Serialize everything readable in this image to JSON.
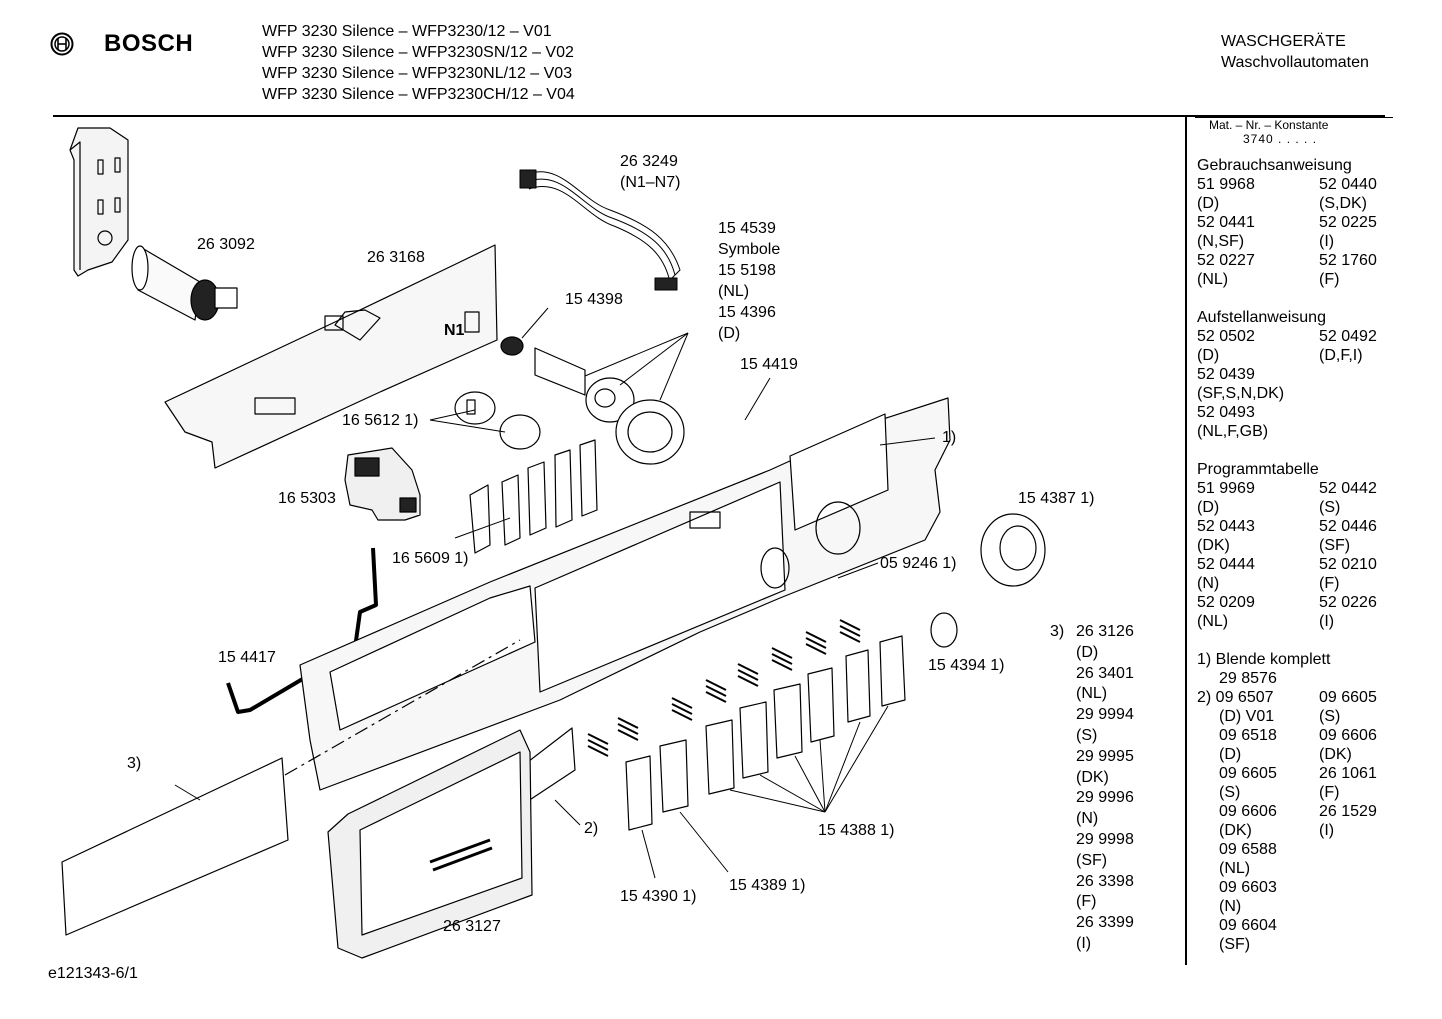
{
  "header": {
    "brand": "BOSCH",
    "models": [
      "WFP 3230 Silence – WFP3230/12 – V01",
      "WFP 3230 Silence – WFP3230SN/12 – V02",
      "WFP 3230 Silence – WFP3230NL/12 – V03",
      "WFP 3230 Silence – WFP3230CH/12 – V04"
    ],
    "category": "WASCHGERÄTE",
    "subcategory": "Waschvollautomaten"
  },
  "sidebar": {
    "mat_label": "Mat. – Nr. – Konstante",
    "mat_value": "3740 . . . . .",
    "gebrauch": {
      "title": "Gebrauchsanweisung",
      "rows": [
        [
          "51 9968",
          "52 0440"
        ],
        [
          "(D)",
          "(S,DK)"
        ],
        [
          "52 0441",
          "52 0225"
        ],
        [
          "(N,SF)",
          "(I)"
        ],
        [
          "52 0227",
          "52 1760"
        ],
        [
          "(NL)",
          "(F)"
        ]
      ]
    },
    "aufstell": {
      "title": "Aufstellanweisung",
      "rows": [
        [
          "52 0502",
          "52 0492"
        ],
        [
          "(D)",
          "(D,F,I)"
        ],
        [
          "52 0439",
          ""
        ],
        [
          "(SF,S,N,DK)",
          ""
        ],
        [
          "52 0493",
          ""
        ],
        [
          "(NL,F,GB)",
          ""
        ]
      ]
    },
    "programm": {
      "title": "Programmtabelle",
      "rows": [
        [
          "51 9969",
          "52 0442"
        ],
        [
          "(D)",
          "(S)"
        ],
        [
          "52 0443",
          "52 0446"
        ],
        [
          "(DK)",
          "(SF)"
        ],
        [
          "52 0444",
          "52 0210"
        ],
        [
          "(N)",
          "(F)"
        ],
        [
          "52 0209",
          "52 0226"
        ],
        [
          "(NL)",
          "(I)"
        ]
      ]
    },
    "notes": {
      "n1_title": "1) Blende komplett",
      "n1_value": "29 8576",
      "n2_first_left": "2) 09 6507",
      "n2_first_right": "09 6605",
      "rows": [
        [
          "(D) V01",
          "(S)"
        ],
        [
          "09 6518",
          "09 6606"
        ],
        [
          "(D)",
          "(DK)"
        ],
        [
          "09 6605",
          "26 1061"
        ],
        [
          "(S)",
          "(F)"
        ],
        [
          "09 6606",
          "26 1529"
        ],
        [
          "(DK)",
          "(I)"
        ],
        [
          "09 6588",
          ""
        ],
        [
          "(NL)",
          ""
        ],
        [
          "09 6603",
          ""
        ],
        [
          "(N)",
          ""
        ],
        [
          "09 6604",
          ""
        ],
        [
          "(SF)",
          ""
        ]
      ]
    }
  },
  "labels": {
    "p263092": "26 3092",
    "p263168": "26 3168",
    "n1": "N1",
    "p263249": "26 3249",
    "n1n7": "(N1–N7)",
    "p154539": "15 4539",
    "symbole": "Symbole",
    "p155198": "15 5198",
    "nl": "(NL)",
    "p154396": "15 4396",
    "d": "(D)",
    "p154398": "15 4398",
    "p154419": "15 4419",
    "p165612": "16 5612 1)",
    "one": "1)",
    "p165303": "16 5303",
    "p154387": "15 4387 1)",
    "p165609": "16 5609 1)",
    "p059246": "05 9246 1)",
    "p154417": "15 4417",
    "p154394": "15 4394 1)",
    "three": "3)",
    "two": "2)",
    "p154388": "15 4388 1)",
    "p154390": "15 4390 1)",
    "p154389": "15 4389 1)",
    "p263127": "26 3127"
  },
  "parts3": {
    "prefix": "3)",
    "lines": [
      "26 3126",
      "(D)",
      "26 3401",
      "(NL)",
      "29 9994",
      "(S)",
      "29 9995",
      "(DK)",
      "29 9996",
      "(N)",
      "29 9998",
      "(SF)",
      "26 3398",
      "(F)",
      "26 3399",
      "(I)"
    ]
  },
  "footer": "e121343-6/1"
}
